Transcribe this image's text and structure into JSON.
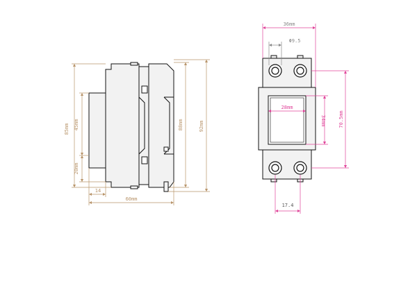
{
  "colors": {
    "outline": "#111111",
    "fill": "#f2f2f2",
    "dim_side": "#b8946a",
    "dim_front_pink": "#e0449a",
    "dim_front_gray": "#8a8a8a"
  },
  "side_view": {
    "dim_height_85": "85mm",
    "dim_45": "45mm",
    "dim_20": "20mm",
    "dim_88": "88mm",
    "dim_92": "92mm",
    "dim_14": "14",
    "dim_60": "60mm"
  },
  "front_view": {
    "dim_36": "36mm",
    "dim_9_5": "Φ9.5",
    "dim_28": "28mm",
    "dim_34": "34mm",
    "dim_70_5": "70.5mm",
    "dim_17_4": "17.4"
  }
}
